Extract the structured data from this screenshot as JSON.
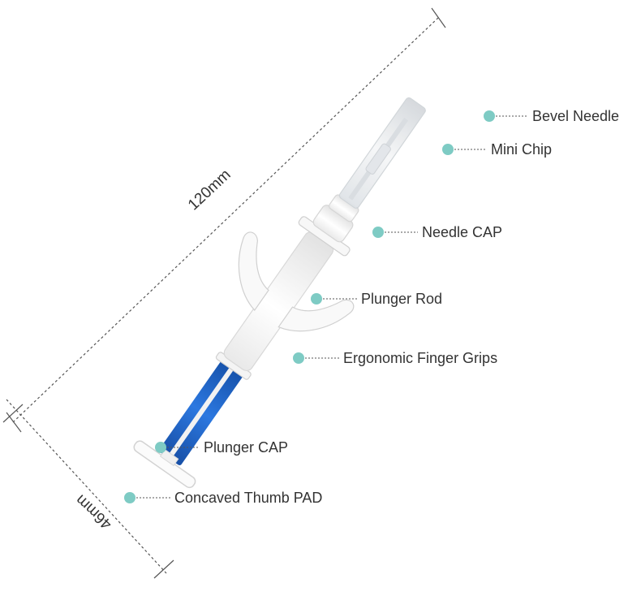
{
  "dimensions": {
    "length_label": "120mm",
    "width_label": "46mm"
  },
  "callouts": [
    {
      "key": "bevel_needle",
      "label": "Bevel Needle"
    },
    {
      "key": "mini_chip",
      "label": "Mini Chip"
    },
    {
      "key": "needle_cap",
      "label": "Needle CAP"
    },
    {
      "key": "plunger_rod",
      "label": "Plunger Rod"
    },
    {
      "key": "finger_grips",
      "label": "Ergonomic Finger Grips"
    },
    {
      "key": "plunger_cap",
      "label": "Plunger CAP"
    },
    {
      "key": "thumb_pad",
      "label": "Concaved Thumb PAD"
    }
  ],
  "colors": {
    "marker": "#7ecbc4",
    "leader": "#555555",
    "dim_line": "#555555",
    "body": "#f7f7f7",
    "outline": "#d6d6d6",
    "plunger": "#1e63c6",
    "needle_tube": "#e9ecef"
  }
}
